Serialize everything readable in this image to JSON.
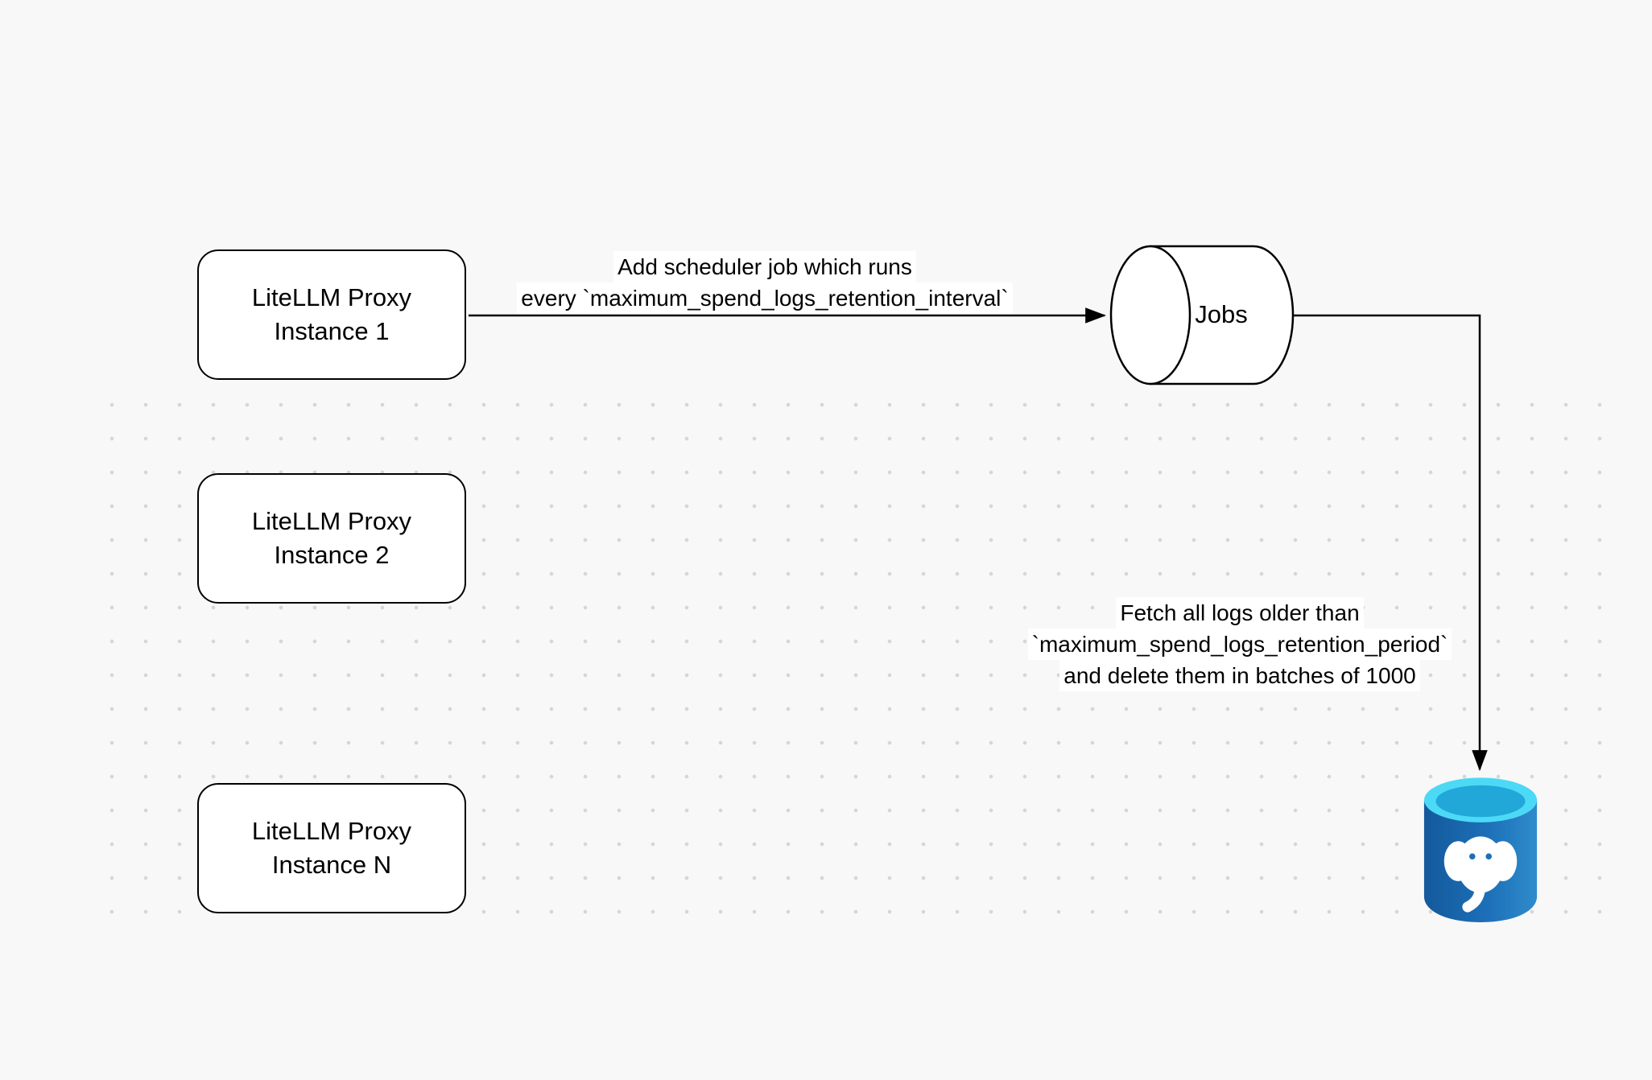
{
  "diagram": {
    "nodes": {
      "proxy_instance_1": {
        "label_line1": "LiteLLM Proxy",
        "label_line2": "Instance 1"
      },
      "proxy_instance_2": {
        "label_line1": "LiteLLM Proxy",
        "label_line2": "Instance 2"
      },
      "proxy_instance_n": {
        "label_line1": "LiteLLM Proxy",
        "label_line2": "Instance N"
      },
      "jobs_queue": {
        "label": "Jobs"
      },
      "postgres_db": {
        "icon": "postgresql-database-icon"
      }
    },
    "edge_labels": {
      "add_scheduler": {
        "line1": "Add scheduler job which runs",
        "line2": "every `maximum_spend_logs_retention_interval`"
      },
      "fetch_delete": {
        "line1": "Fetch all logs older than",
        "line2": "`maximum_spend_logs_retention_period`",
        "line3": "and delete them in batches of 1000"
      }
    },
    "colors": {
      "background": "#f8f8f8",
      "stroke": "#000000",
      "node_fill": "#ffffff",
      "label_bg": "#ffffff",
      "dot": "#d6d6d6",
      "db_body": "#1c6fb7",
      "db_body_dark": "#14599c",
      "db_body_light": "#2f8ccc",
      "db_top": "#4cd9f6",
      "db_top_inner": "#21a7d8"
    }
  }
}
